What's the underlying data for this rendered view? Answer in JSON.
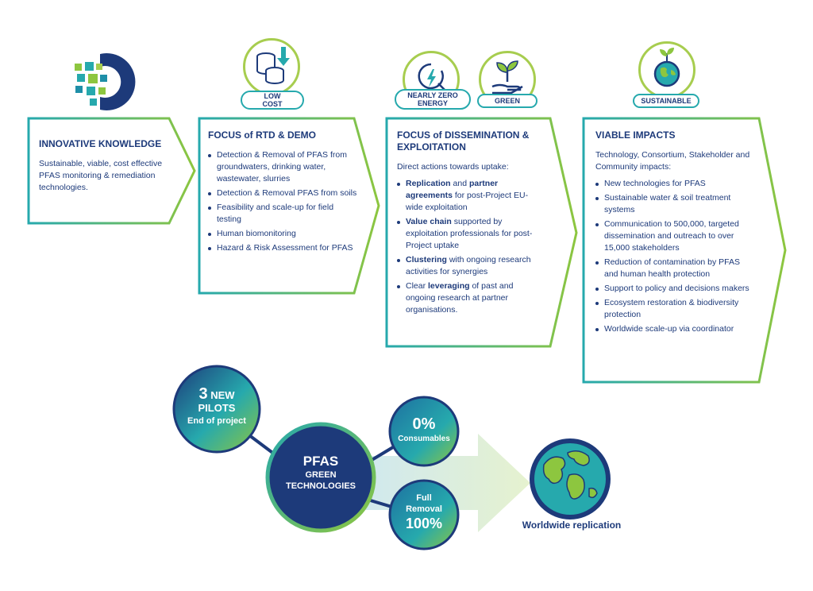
{
  "header_pills": {
    "low_cost": "LOW COST",
    "nearly_zero_energy": "NEARLY ZERO ENERGY",
    "green": "GREEN",
    "sustainable": "SUSTAINABLE"
  },
  "boxes": {
    "innovative": {
      "title": "INNOVATIVE KNOWLEDGE",
      "body": "Sustainable, viable, cost effective PFAS monitoring & remediation technologies."
    },
    "rtd": {
      "title": "FOCUS of RTD & DEMO",
      "items": [
        "Detection & Removal of PFAS from groundwaters, drinking water, wastewater, slurries",
        "Detection & Removal PFAS from soils",
        "Feasibility and scale-up for field testing",
        "Human biomonitoring",
        "Hazard & Risk Assessment for PFAS"
      ]
    },
    "dissemination": {
      "title": "FOCUS of DISSEMINATION & EXPLOITATION",
      "intro": "Direct actions towards uptake:",
      "items": [
        {
          "bold1": "Replication",
          "mid": " and ",
          "bold2": "partner agreements",
          "rest": " for post-Project EU-wide exploitation"
        },
        {
          "bold1": "Value chain",
          "mid": "",
          "bold2": "",
          "rest": " supported by exploitation professionals for post-Project uptake"
        },
        {
          "bold1": "Clustering",
          "mid": "",
          "bold2": "",
          "rest": " with ongoing research activities for synergies"
        },
        {
          "pre": "Clear ",
          "bold1": "leveraging",
          "mid": "",
          "bold2": "",
          "rest": " of past and ongoing research at partner organisations."
        }
      ]
    },
    "impacts": {
      "title": "VIABLE IMPACTS",
      "intro": "Technology, Consortium, Stakeholder and Community impacts:",
      "items": [
        "New technologies for PFAS",
        "Sustainable water & soil treatment systems",
        "Communication to 500,000, targeted dissemination and outreach to over 15,000 stakeholders",
        "Reduction of contamination by PFAS and human health protection",
        "Support to policy and decisions makers",
        "Ecosystem restoration & biodiversity protection",
        "Worldwide scale-up via coordinator"
      ]
    }
  },
  "circles": {
    "pilots": {
      "number": "3",
      "line1": "NEW",
      "line2": "PILOTS",
      "line3": "End of project"
    },
    "center": {
      "line1": "PFAS",
      "line2": "GREEN",
      "line3": "TECHNOLOGIES"
    },
    "consumables": {
      "value": "0%",
      "label": "Consumables"
    },
    "removal": {
      "line1": "Full",
      "line2": "Removal",
      "value": "100%"
    }
  },
  "worldwide_label": "Worldwide replication",
  "colors": {
    "navy": "#1d3a7a",
    "teal": "#26a9ad",
    "green": "#8dc63f"
  }
}
